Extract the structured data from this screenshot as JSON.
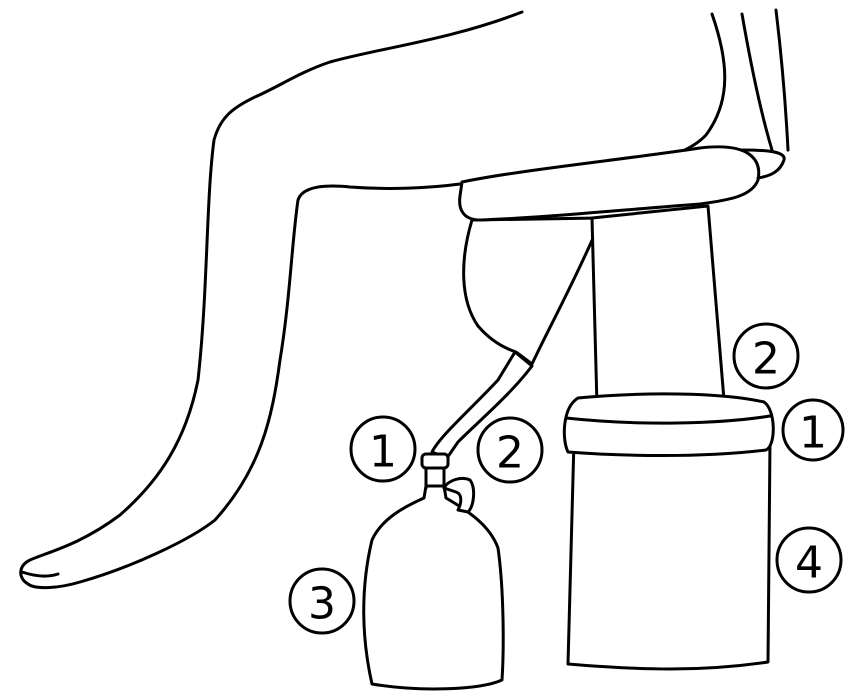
{
  "colors": {
    "line": "#000000",
    "background": "#ffffff"
  },
  "callouts": {
    "jug_cap": "1",
    "jug_neck": "2",
    "jug_body": "3",
    "base_lid": "1",
    "pedestal": "2",
    "base_container": "4"
  }
}
